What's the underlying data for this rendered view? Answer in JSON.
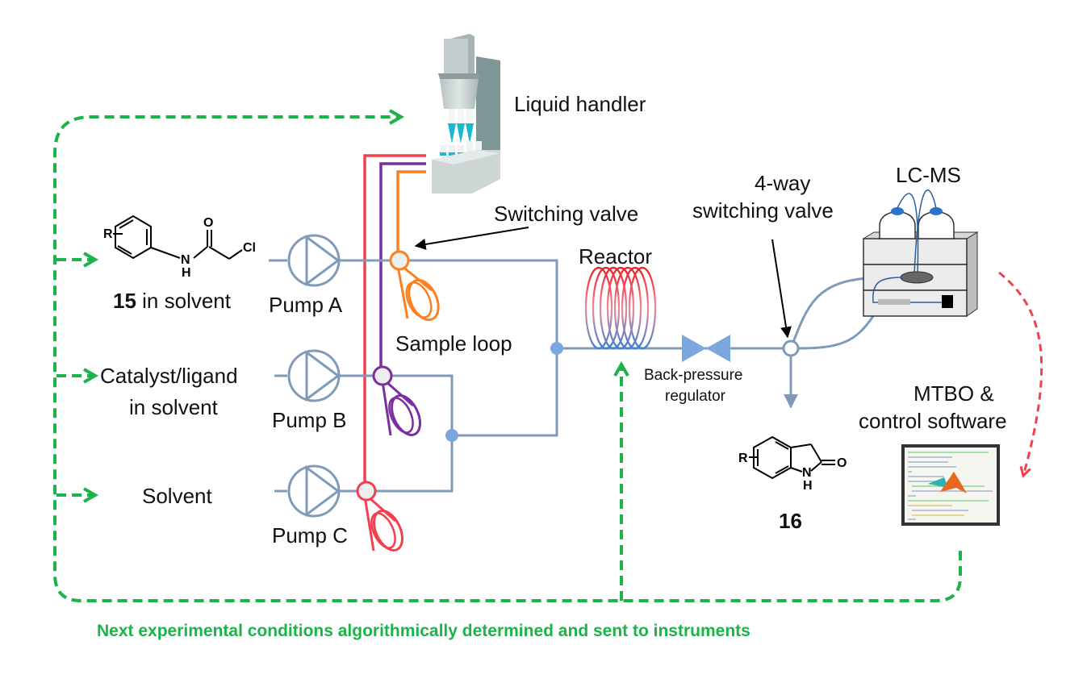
{
  "title": "Automated flow chemistry optimization platform",
  "colors": {
    "feedback_green": "#1db34b",
    "flow_line": "#7f9bb8",
    "junction": "#7aa7dd",
    "loop_orange": "#ff7f1e",
    "loop_purple": "#7a2ea0",
    "loop_red": "#f2404f",
    "reactor_top": "#ee1c24",
    "reactor_bottom": "#3f7fcf",
    "red_dashed": "#f2404f",
    "bpr": "#7aa7dd"
  },
  "labels": {
    "liquid_handler": "Liquid handler",
    "switching_valve": "Switching valve",
    "sample_loop": "Sample loop",
    "reactor": "Reactor",
    "four_way_line1": "4-way",
    "four_way_line2": "switching valve",
    "lcms": "LC-MS",
    "bpr_line1": "Back-pressure",
    "bpr_line2": "regulator",
    "mtbo_line1": "MTBO &",
    "mtbo_line2": "control software",
    "footer": "Next experimental conditions algorithmically determined and sent to instruments"
  },
  "feeds": [
    {
      "name": "feed-15",
      "label_bold": "15",
      "label_rest": " in solvent",
      "pump": "Pump A"
    },
    {
      "name": "feed-catalyst",
      "label_line1": "Catalyst/ligand",
      "label_line2": "in solvent",
      "pump": "Pump B"
    },
    {
      "name": "feed-solvent",
      "label_line1": "Solvent",
      "pump": "Pump C"
    }
  ],
  "compounds": {
    "reactant": {
      "id": "15",
      "atoms": {
        "R": "R",
        "N": "N",
        "H": "H",
        "O": "O",
        "Cl": "Cl"
      }
    },
    "product": {
      "id": "16",
      "atoms": {
        "R": "R",
        "N": "N",
        "H": "H",
        "O": "O"
      }
    }
  }
}
